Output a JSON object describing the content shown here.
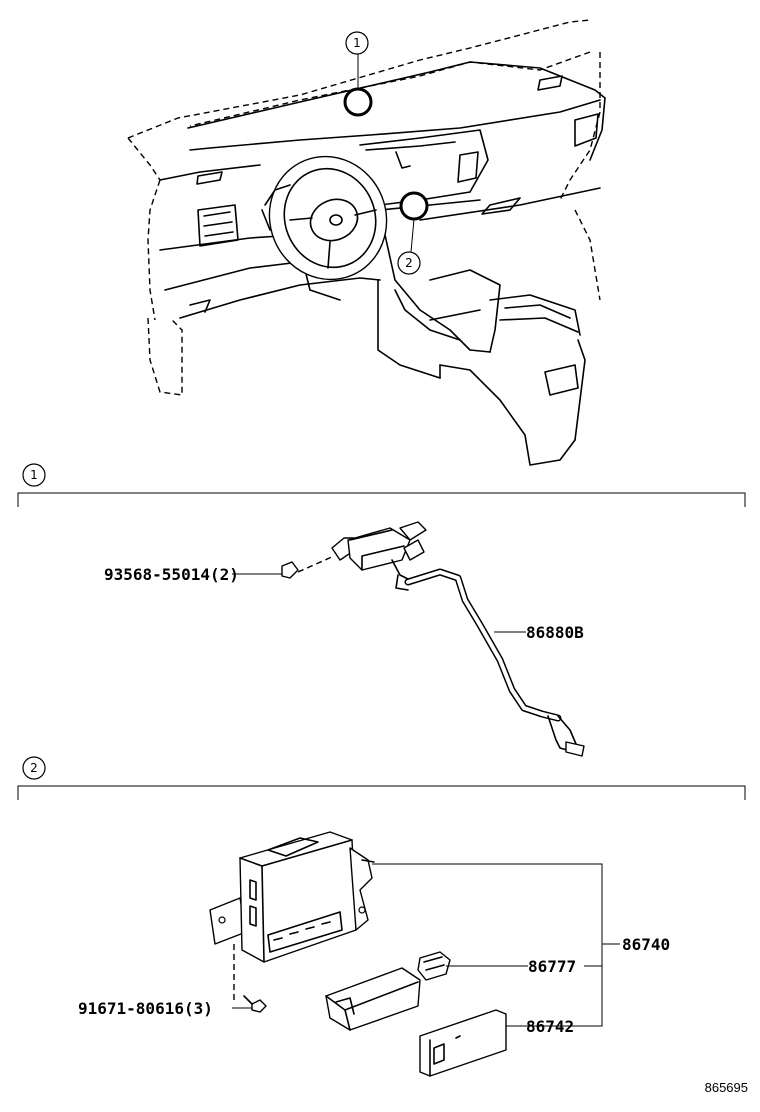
{
  "callouts": {
    "section_1": "1",
    "section_2": "2"
  },
  "sections": [
    {
      "number": "1",
      "parts": [
        {
          "part_no": "93568-55014(2)"
        },
        {
          "part_no": "86880B"
        }
      ]
    },
    {
      "number": "2",
      "parts": [
        {
          "part_no": "86740"
        },
        {
          "part_no": "86777"
        },
        {
          "part_no": "86742"
        },
        {
          "part_no": "91671-80616(3)"
        }
      ]
    }
  ],
  "figure_number": "865695"
}
